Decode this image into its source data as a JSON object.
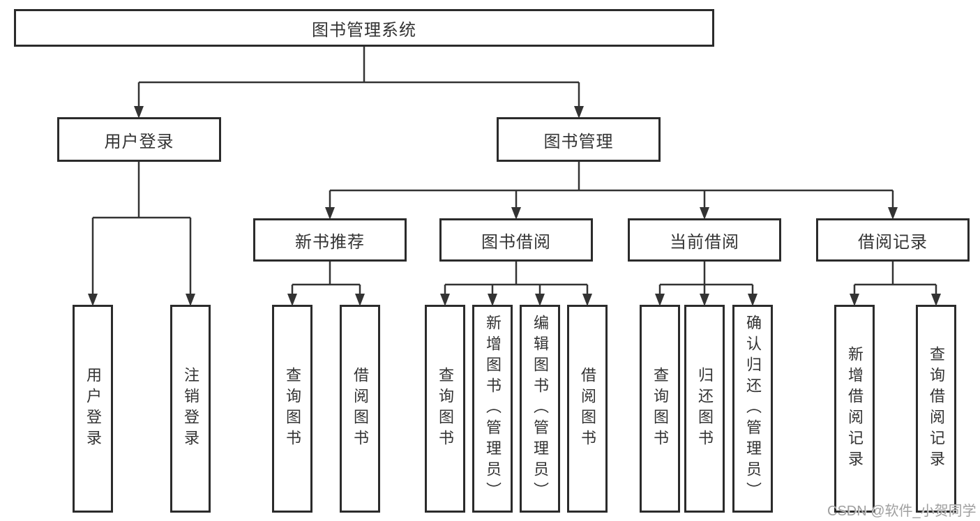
{
  "tree": {
    "root": {
      "label": "图书管理系统"
    },
    "branches": [
      {
        "label": "用户登录",
        "children": [
          {
            "label": "用户登录"
          },
          {
            "label": "注销登录"
          }
        ]
      },
      {
        "label": "图书管理",
        "children": [
          {
            "label": "新书推荐",
            "children": [
              {
                "label": "查询图书"
              },
              {
                "label": "借阅图书"
              }
            ]
          },
          {
            "label": "图书借阅",
            "children": [
              {
                "label": "查询图书"
              },
              {
                "label": "新增图书（管理员）"
              },
              {
                "label": "编辑图书（管理员）"
              },
              {
                "label": "借阅图书"
              }
            ]
          },
          {
            "label": "当前借阅",
            "children": [
              {
                "label": "查询图书"
              },
              {
                "label": "归还图书"
              },
              {
                "label": "确认归还（管理员）"
              }
            ]
          },
          {
            "label": "借阅记录",
            "children": [
              {
                "label": "新增借阅记录"
              },
              {
                "label": "查询借阅记录"
              }
            ]
          }
        ]
      }
    ]
  },
  "watermark": {
    "text": "CSDN @软件_小贺同学"
  },
  "colors": {
    "line": "#333333",
    "border": "#2b2b2b",
    "text": "#333333",
    "watermark": "#9f9f9f",
    "bg": "#ffffff"
  }
}
